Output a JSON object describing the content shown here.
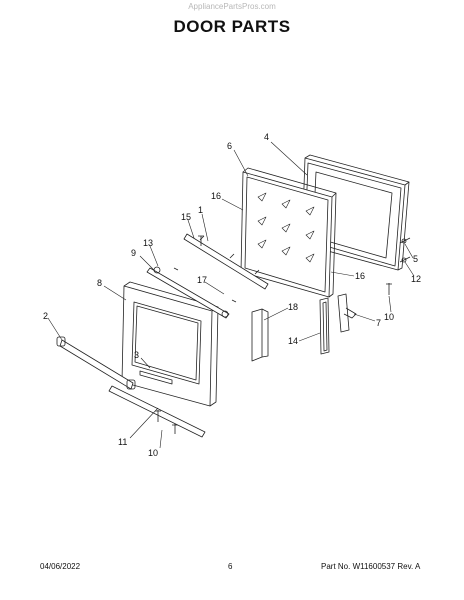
{
  "header": {
    "watermark": "AppliancePartsPros.com",
    "title": "DOOR PARTS"
  },
  "callouts": [
    "4",
    "6",
    "16",
    "16",
    "15",
    "1",
    "13",
    "9",
    "17",
    "8",
    "2",
    "18",
    "3",
    "14",
    "11",
    "10",
    "5",
    "12",
    "10",
    "7"
  ],
  "footer": {
    "date": "04/06/2022",
    "page": "6",
    "part_number": "Part No. W11600537 Rev. A"
  }
}
